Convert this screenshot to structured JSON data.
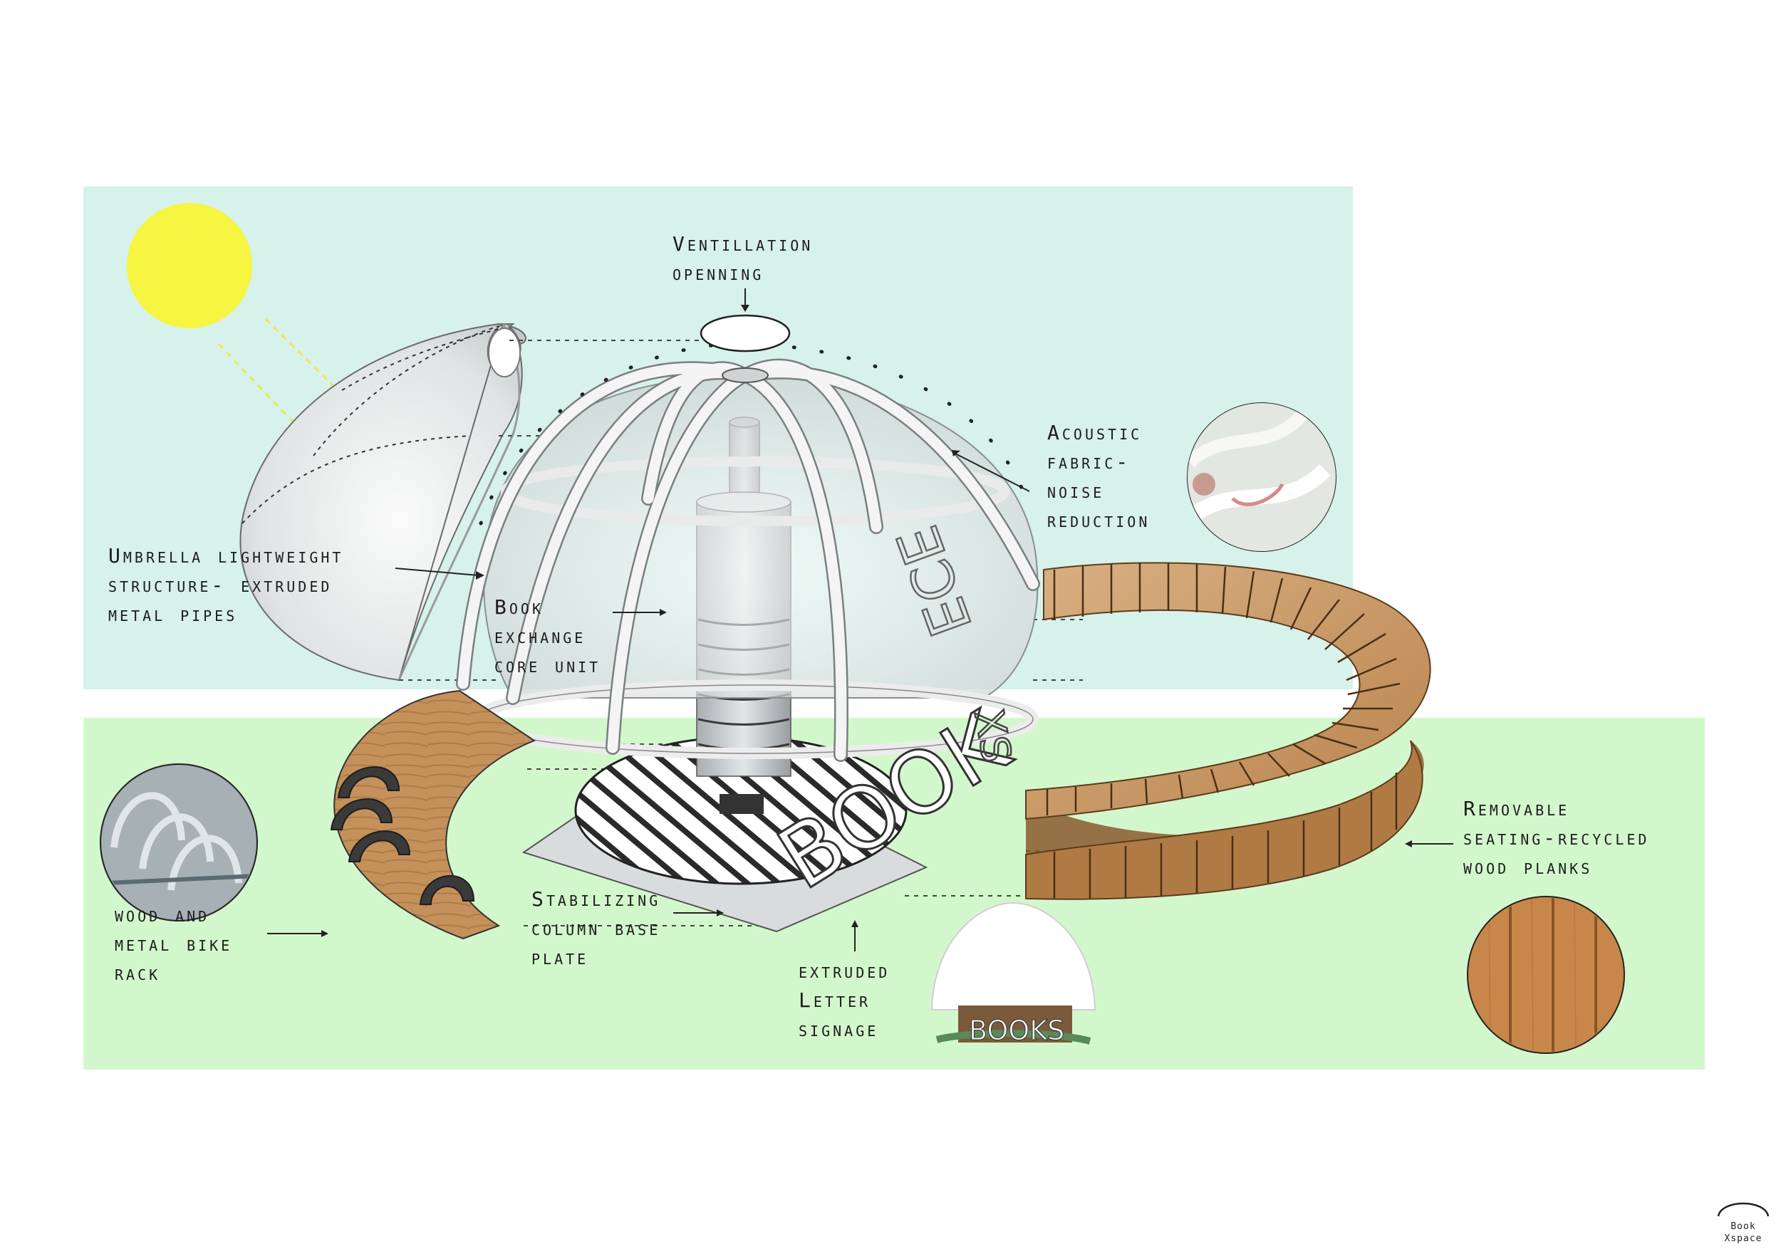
{
  "labels": {
    "ventilation": [
      "Ventillation",
      "openning"
    ],
    "acoustic": [
      "Acoustic",
      "fabric-",
      "noise",
      "reduction"
    ],
    "umbrella": [
      "Umbrella lightweight",
      "structure- extruded",
      "metal pipes"
    ],
    "book_core": [
      "Book",
      "exchange",
      "core unit"
    ],
    "bike_rack": [
      "wood and",
      "metal bike",
      "rack"
    ],
    "base_plate": [
      "Stabilizing",
      "column base",
      "plate"
    ],
    "signage": [
      "extruded",
      "Letter",
      "signage"
    ],
    "seating": [
      "Removable",
      "seating-recycled",
      "wood planks"
    ]
  },
  "signage_letters": "BOOK",
  "mirrored_letters": "ECE",
  "vertical_letters": "XS",
  "thumb_sign": "BOOKS",
  "logo": {
    "line1": "Book",
    "line2": "Xspace"
  },
  "colors": {
    "sky_panel": "#d6f2ea",
    "ground_panel": "#d3f7cc",
    "sun": "#f5f542",
    "wood": "#c99865",
    "wood_dark": "#8a5a2e",
    "dome": "#e6e9ea",
    "pipe": "#f2f2f2"
  }
}
